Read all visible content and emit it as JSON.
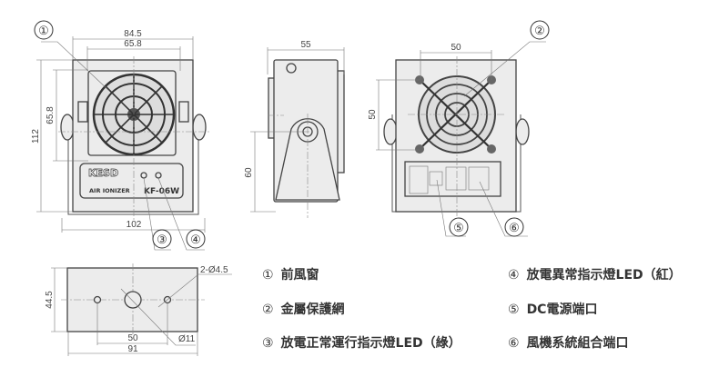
{
  "front_view": {
    "dims": {
      "width_outer": "84.5",
      "width_window": "65.8",
      "height": "112",
      "height_window": "65.8",
      "bracket_width": "102"
    },
    "brand": "KESD",
    "product_label": "AIR IONIZER",
    "model": "KF-06W",
    "callouts": [
      "①",
      "③",
      "④"
    ]
  },
  "side_view": {
    "dims": {
      "depth": "55",
      "pivot_height": "60"
    }
  },
  "back_view": {
    "dims": {
      "screw_spacing_x": "50",
      "screw_spacing_y": "50"
    },
    "callouts": [
      "②",
      "⑤",
      "⑥"
    ]
  },
  "bottom_view": {
    "dims": {
      "depth": "44.5",
      "hole_spacing": "50",
      "base_width": "91",
      "holes": "2-Ø4.5",
      "center_hole": "Ø11"
    }
  },
  "legend": [
    {
      "num": "①",
      "text": "前風窗"
    },
    {
      "num": "②",
      "text": "金屬保護網"
    },
    {
      "num": "③",
      "text": "放電正常運行指示燈LED（綠）"
    },
    {
      "num": "④",
      "text": "放電異常指示燈LED（紅）"
    },
    {
      "num": "⑤",
      "text": "DC電源端口"
    },
    {
      "num": "⑥",
      "text": "風機系統組合端口"
    }
  ]
}
